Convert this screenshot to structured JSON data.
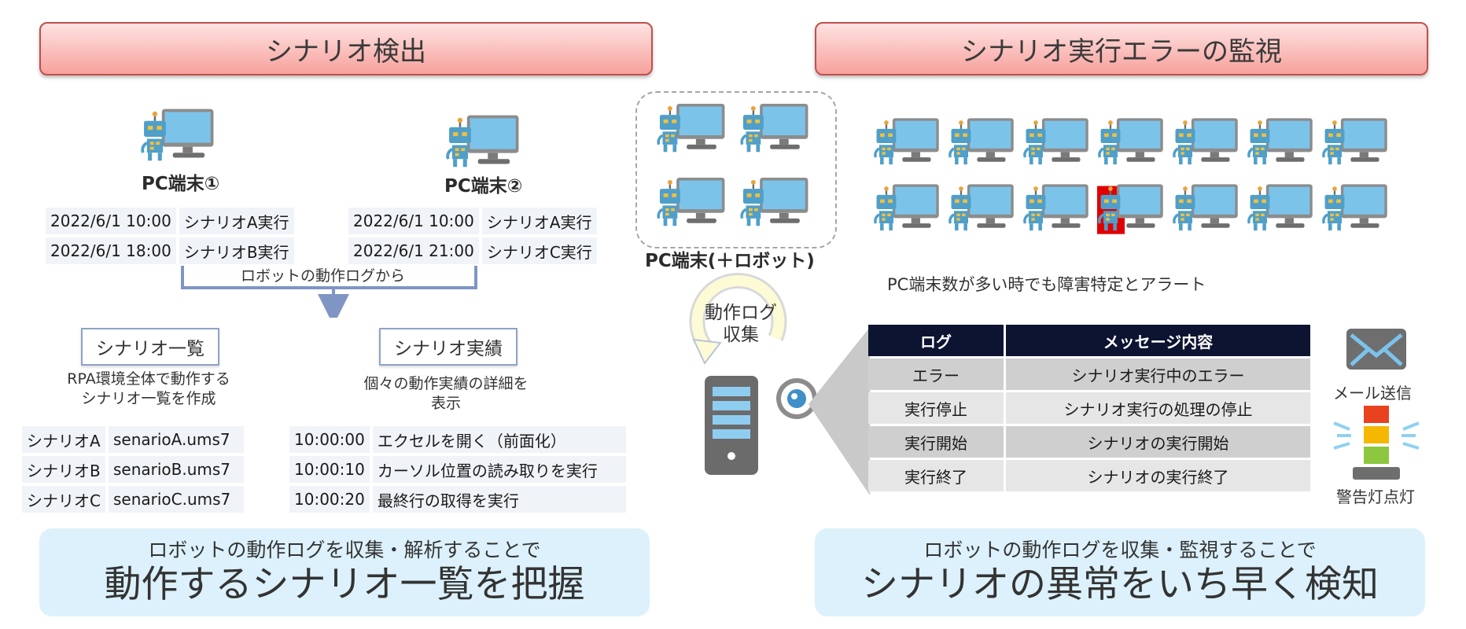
{
  "left": {
    "header": "シナリオ検出",
    "pc1": {
      "label": "PC端末①",
      "logs": [
        {
          "time": "2022/6/1 10:00",
          "event": "シナリオA実行"
        },
        {
          "time": "2022/6/1 18:00",
          "event": "シナリオB実行"
        }
      ]
    },
    "pc2": {
      "label": "PC端末②",
      "logs": [
        {
          "time": "2022/6/1 10:00",
          "event": "シナリオA実行"
        },
        {
          "time": "2022/6/1 21:00",
          "event": "シナリオC実行"
        }
      ]
    },
    "merge_label": "ロボットの動作ログから",
    "scenario_list": {
      "title": "シナリオ一覧",
      "desc_line1": "RPA環境全体で動作する",
      "desc_line2": "シナリオ一覧を作成",
      "rows": [
        {
          "name": "シナリオA",
          "file": "senarioA.ums7"
        },
        {
          "name": "シナリオB",
          "file": "senarioB.ums7"
        },
        {
          "name": "シナリオC",
          "file": "senarioC.ums7"
        }
      ]
    },
    "scenario_results": {
      "title": "シナリオ実績",
      "desc_line1": "個々の動作実績の詳細を",
      "desc_line2": "表示",
      "rows": [
        {
          "time": "10:00:00",
          "action": "エクセルを開く（前面化）"
        },
        {
          "time": "10:00:10",
          "action": "カーソル位置の読み取りを実行"
        },
        {
          "time": "10:00:20",
          "action": "最終行の取得を実行"
        }
      ]
    },
    "bottom_sub": "ロボットの動作ログを収集・解析することで",
    "bottom_main": "動作するシナリオ一覧を把握"
  },
  "center": {
    "pc_group_label": "PC端末(＋ロボット)",
    "collect_line1": "動作ログ",
    "collect_line2": "収集"
  },
  "right": {
    "header": "シナリオ実行エラーの監視",
    "caption": "PC端末数が多い時でも障害特定とアラート",
    "table": {
      "headers": [
        "ログ",
        "メッセージ内容"
      ],
      "rows": [
        {
          "log": "エラー",
          "message": "シナリオ実行中のエラー"
        },
        {
          "log": "実行停止",
          "message": "シナリオ実行の処理の停止"
        },
        {
          "log": "実行開始",
          "message": "シナリオの実行開始"
        },
        {
          "log": "実行終了",
          "message": "シナリオの実行終了"
        }
      ]
    },
    "mail_label": "メール送信",
    "lamp_label": "警告灯点灯",
    "bottom_sub": "ロボットの動作ログを収集・監視することで",
    "bottom_main": "シナリオの異常をいち早く検知"
  },
  "colors": {
    "header_border": "#c0504d",
    "bottom_bg": "#dcf1fb",
    "table_header": "#0d1432",
    "error_highlight": "#e00000",
    "arrow_stroke": "#7f95c4"
  }
}
